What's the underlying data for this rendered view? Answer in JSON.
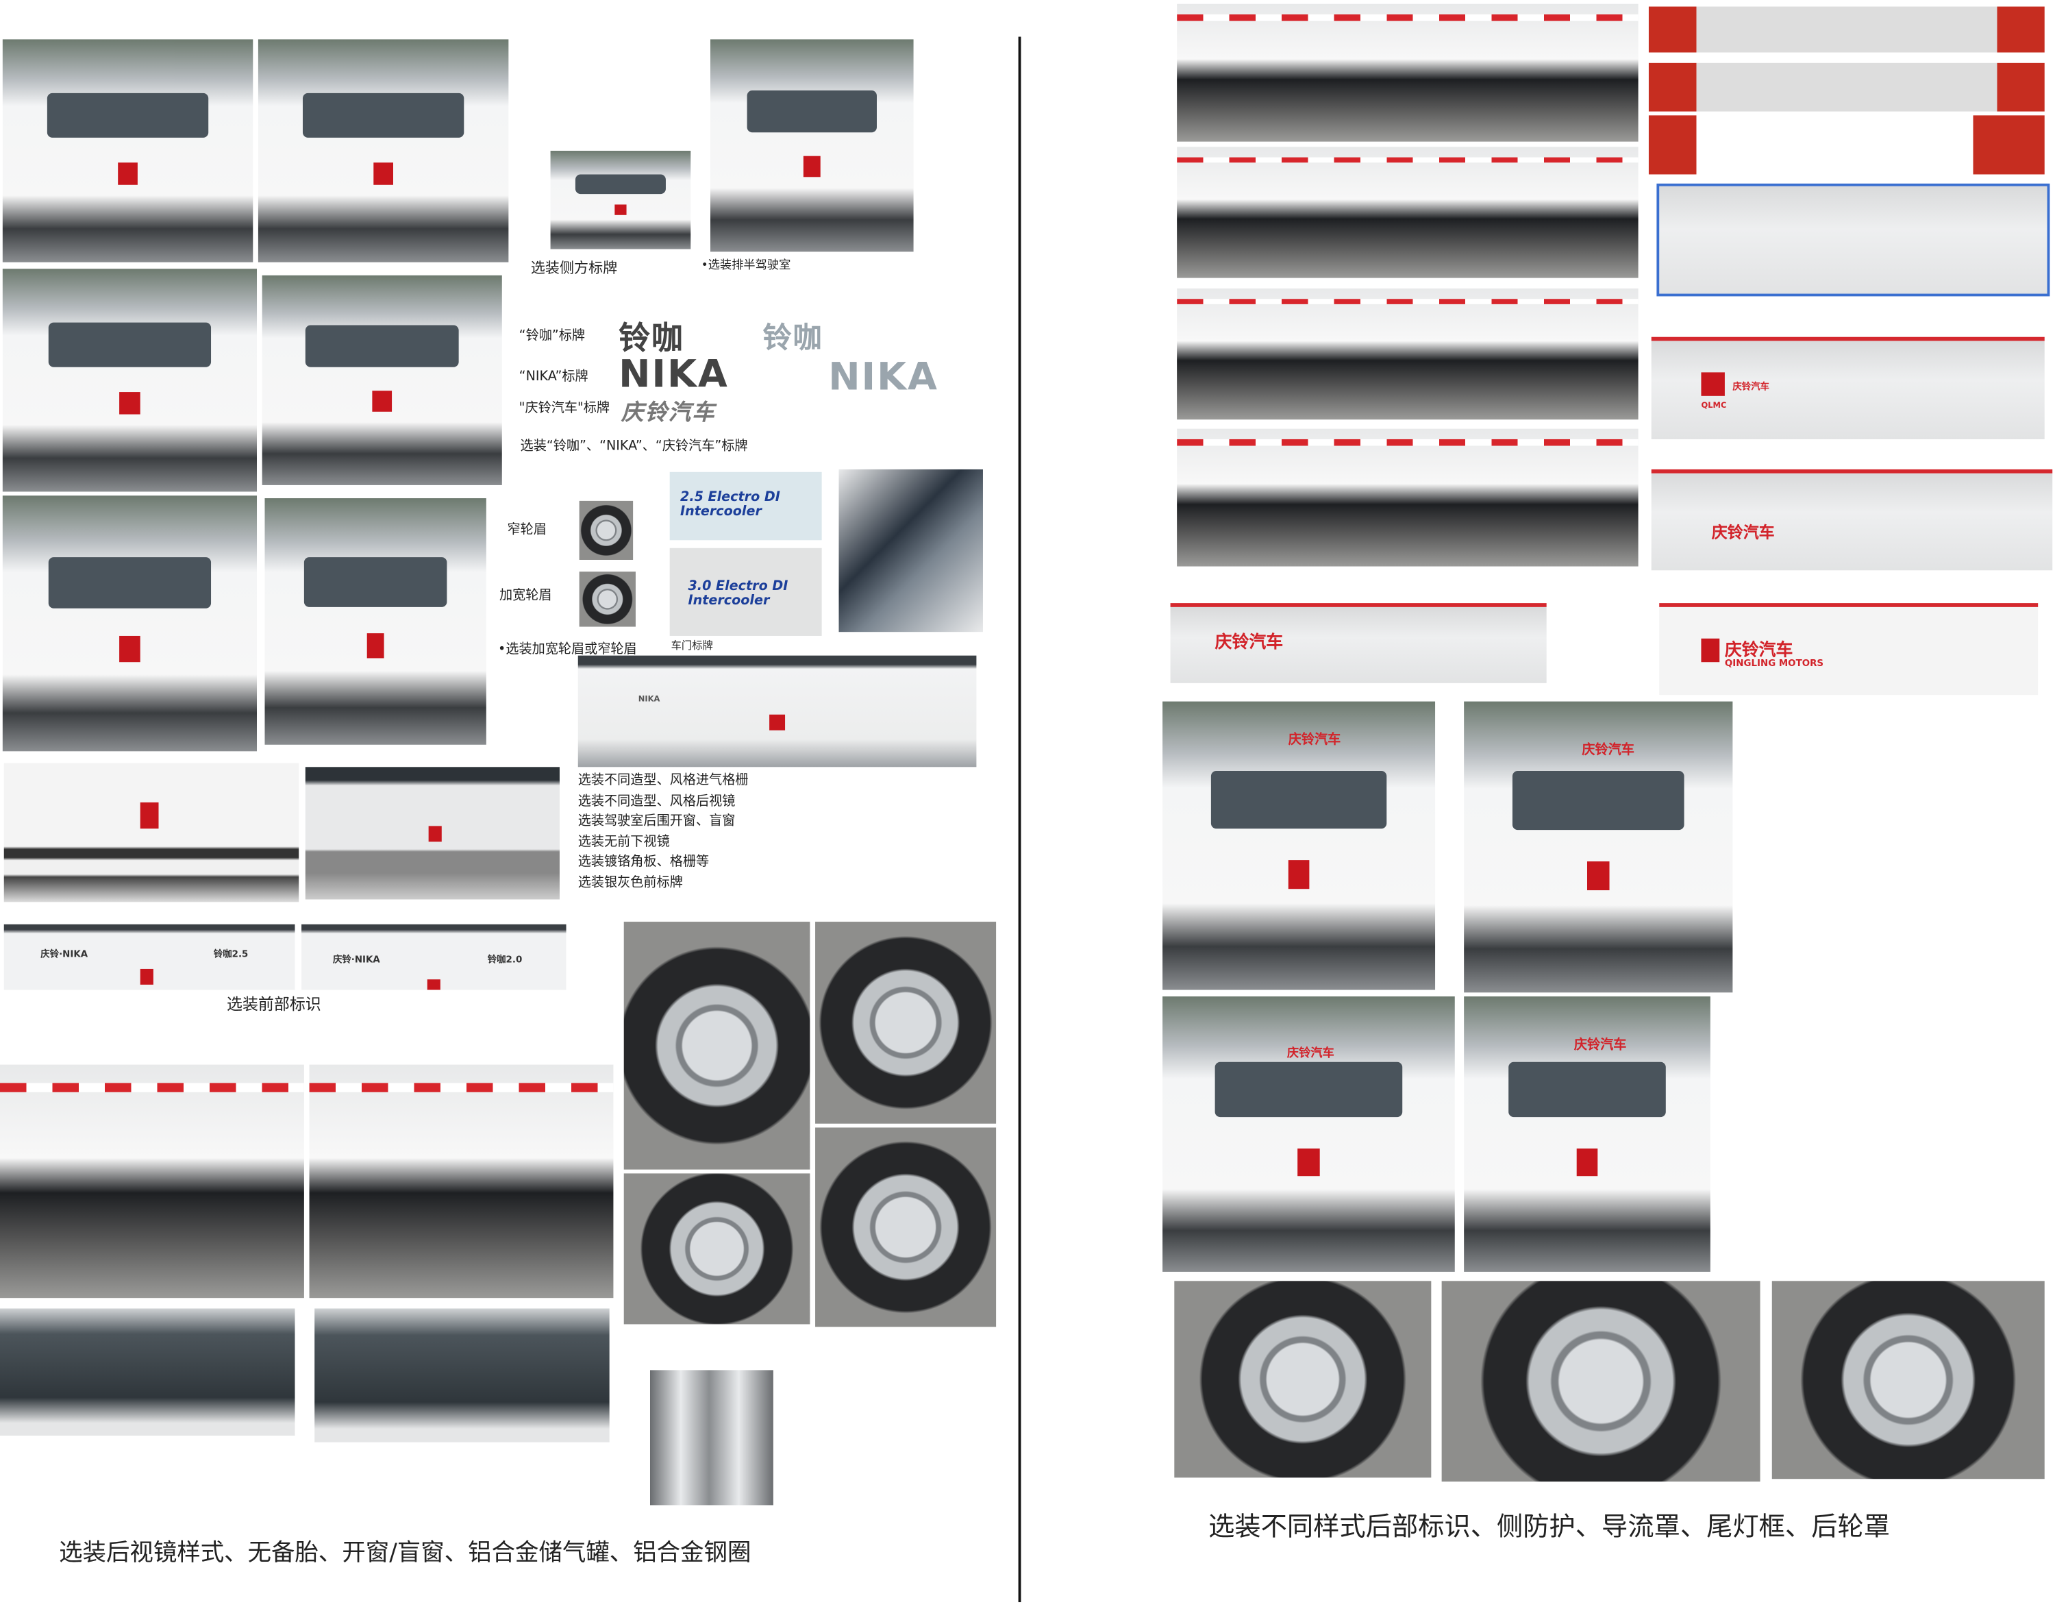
{
  "left": {
    "captions": {
      "side_badge": "选装侧方标牌",
      "half_row_cab": "•选装排半驾驶室",
      "badge_lingka_label": "“铃咖”标牌",
      "badge_nika_label": "“NIKA”标牌",
      "badge_qingling_label": "\"庆铃汽车\"标牌",
      "badge_options": "选装“铃咖”、“NIKA”、“庆铃汽车”标牌",
      "narrow_fender": "窄轮眉",
      "wide_fender": "加宽轮眉",
      "fender_options": "•选装加宽轮眉或窄轮眉",
      "door_badge": "车门标牌",
      "front_marking": "选装前部标识",
      "bottom": "选装后视镜样式、无备胎、开窗/盲窗、铝合金储气罐、铝合金钢圈"
    },
    "logos": {
      "lingka": "铃咖",
      "nika": "NIKA",
      "qingling": "庆铃汽车",
      "intercooler_25": "2.5 Electro DI Intercooler",
      "intercooler_30": "3.0 Electro DI Intercooler",
      "front_nika": "NIKA",
      "badge_a_left": "庆铃·NIKA",
      "badge_a_right": "铃咖2.5",
      "badge_b_left": "庆铃·NIKA",
      "badge_b_right": "铃咖2.0"
    },
    "option_list": [
      "选装不同造型、风格进气格栅",
      "选装不同造型、风格后视镜",
      "选装驾驶室后围开窗、盲窗",
      "选装无前下视镜",
      "选装镀铬角板、格栅等",
      "选装银灰色前标牌"
    ]
  },
  "right": {
    "panel_texts": {
      "qlmc_brand": "庆铃汽车",
      "qlmc": "QLMC",
      "panel2": "庆铃汽车",
      "panel3": "庆铃汽车",
      "panel4": "庆铃汽车",
      "panel4_en": "QINGLING MOTORS",
      "cab_roof": "庆铃汽车"
    },
    "bottom": "选装不同样式后部标识、侧防护、导流罩、尾灯框、后轮罩"
  },
  "colors": {
    "brand_red": "#d2232a"
  }
}
